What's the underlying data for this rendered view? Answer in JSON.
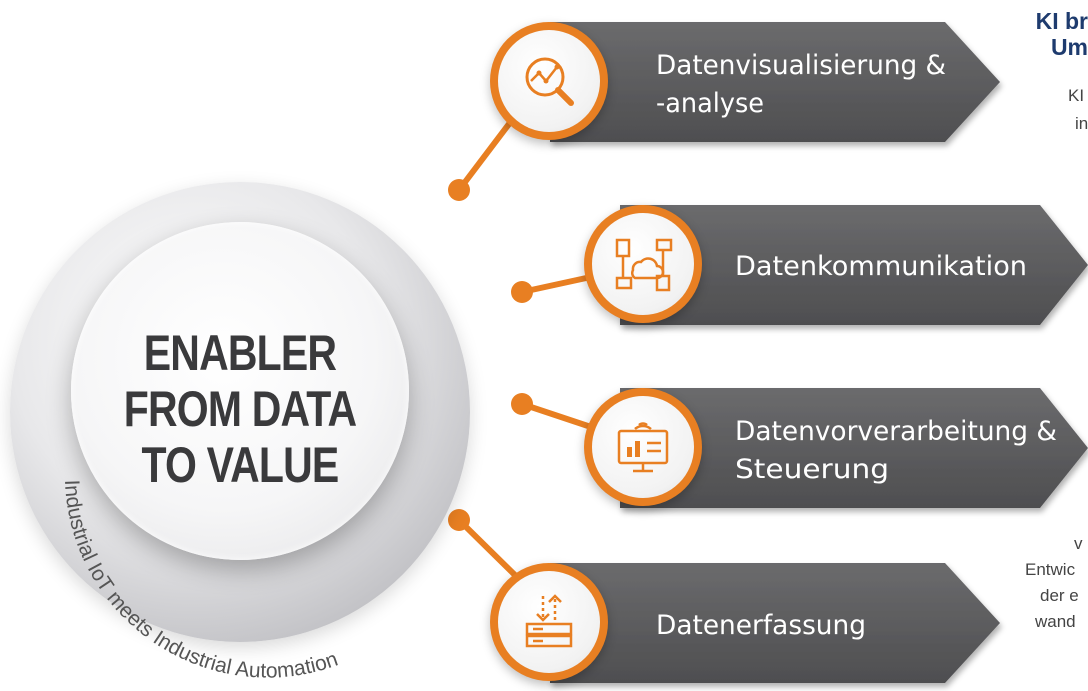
{
  "center": {
    "title_lines": [
      "ENABLER",
      "FROM DATA",
      "TO VALUE"
    ],
    "ring_text": "Industrial IoT meets Industrial Automation"
  },
  "steps": [
    {
      "label_lines": [
        "Datenvisualisierung &",
        "-analyse"
      ],
      "icon": "magnifier-chart-icon"
    },
    {
      "label_lines": [
        "Datenkommunikation"
      ],
      "icon": "network-cloud-icon"
    },
    {
      "label_lines": [
        "Datenvorverarbeitung &",
        "Steuerung"
      ],
      "icon": "monitor-signal-icon"
    },
    {
      "label_lines": [
        "Datenerfassung"
      ],
      "icon": "server-transfer-icon"
    }
  ],
  "colors": {
    "accent": "#e87f22",
    "arrow": "#5c5c5e",
    "heading": "#1e3b6e"
  },
  "side": {
    "heading_lines": [
      "KI br",
      "Um"
    ],
    "text_fragments": [
      "KI",
      "in",
      "v",
      "Entwic",
      "der e",
      "wand"
    ]
  }
}
